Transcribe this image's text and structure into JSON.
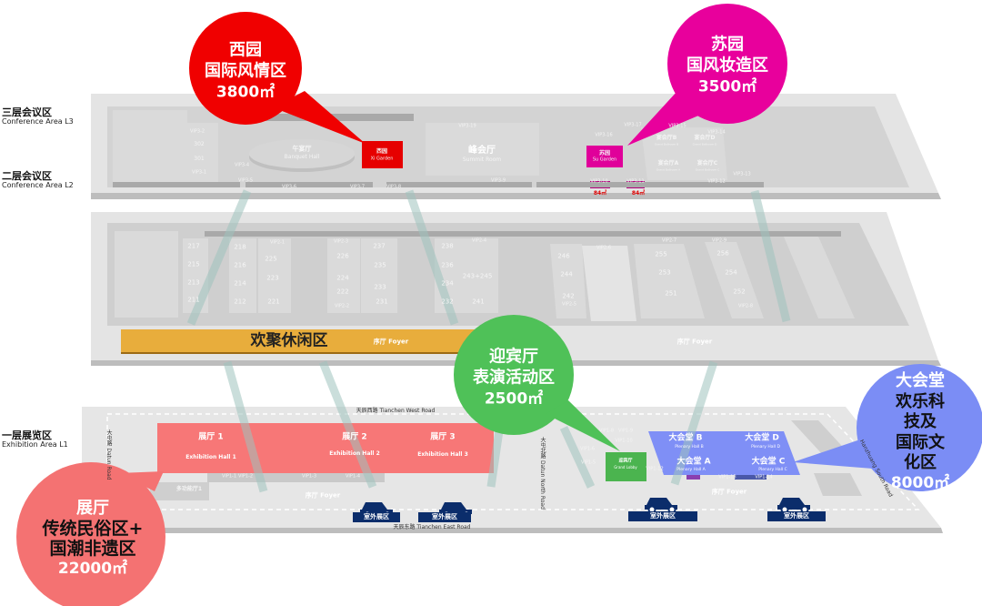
{
  "floor_labels": [
    {
      "zh": "三层会议区",
      "en": "Conference Area L3"
    },
    {
      "zh": "二层会议区",
      "en": "Conference Area L2"
    },
    {
      "zh": "一层展览区",
      "en": "Exhibition Area L1"
    }
  ],
  "bubbles": {
    "xiyuan": {
      "title": "西园",
      "subtitle": "国际风情区",
      "area": "3800㎡",
      "color": "#f00000"
    },
    "suyuan": {
      "title": "苏园",
      "subtitle": "国风妆造区",
      "area": "3500㎡",
      "color": "#e8009c"
    },
    "yingbin": {
      "title": "迎宾厅",
      "subtitle": "表演活动区",
      "area": "2500㎡",
      "color": "#4fc158"
    },
    "dahuitang": {
      "title": "大会堂",
      "subtitle1": "欢乐科技及",
      "subtitle2": "国际文化区",
      "area": "8000㎡",
      "color": "#7b8df5"
    },
    "zhanting": {
      "title": "展厅",
      "subtitle1": "传统民俗区+",
      "subtitle2": "国潮非遗区",
      "area": "22000㎡",
      "color": "#f47272"
    }
  },
  "l3": {
    "banquet": {
      "zh": "午宴厅",
      "en": "Banquet Hall"
    },
    "xi_garden": {
      "zh": "西园",
      "en": "Xi Garden"
    },
    "summit": {
      "zh": "峰会厅",
      "en": "Summit Room"
    },
    "su_garden": {
      "zh": "苏园",
      "en": "Su Garden"
    },
    "ballrooms": [
      {
        "zh": "宴会厅B",
        "en": "Grand Ballroom B"
      },
      {
        "zh": "宴会厅D",
        "en": "Grand Ballroom D"
      },
      {
        "zh": "宴会厅A",
        "en": "Grand Ballroom A"
      },
      {
        "zh": "宴会厅C",
        "en": "Grand Ballroom C"
      }
    ],
    "rooms": [
      "VIP3-2",
      "302",
      "301",
      "VIP3-1",
      "VIP3-4",
      "VIP3-5",
      "VIP3-6",
      "VIP3-7",
      "VIP3-8",
      "VIP3-19",
      "VIP3-9",
      "VIP3-16",
      "VIP3-17",
      "VIP3-15",
      "VIP3-14",
      "VIP3-13",
      "VIP3-12",
      "VIP3-10",
      "VIP3-11"
    ],
    "vip_area": "84㎡"
  },
  "l2": {
    "rooms": [
      "217",
      "215",
      "213",
      "211",
      "218",
      "216",
      "214",
      "212",
      "225",
      "223",
      "221",
      "VIP2-3",
      "226",
      "224",
      "222",
      "VIP2-2",
      "237",
      "235",
      "233",
      "231",
      "238",
      "236",
      "234",
      "232",
      "VIP2-4",
      "243+245",
      "241",
      "246",
      "244",
      "242",
      "VIP2-5",
      "VIP2-6",
      "VIP2-7",
      "255",
      "253",
      "251",
      "VIP2-9",
      "256",
      "254",
      "252",
      "VIP2-8",
      "VIP2-1"
    ],
    "leisure": "欢聚休闲区",
    "foyer": "序厅 Foyer"
  },
  "l1": {
    "roads": {
      "west": "天辰西路 Tianchen West Road",
      "east": "天辰东路 Tianchen East Road",
      "datun": "大屯路 Datun Road",
      "datun_north": "大屯北路 Datun North Road",
      "hanzhuang": "Hanzhuang South Road"
    },
    "halls": [
      {
        "zh": "展厅 1",
        "en": "Exhibition Hall 1"
      },
      {
        "zh": "展厅 2",
        "en": "Exhibition Hall 2"
      },
      {
        "zh": "展厅 3",
        "en": "Exhibition Hall 3"
      }
    ],
    "multi": "多功能厅1",
    "vip": [
      "VIP1-1",
      "VIP1-2",
      "VIP1-3",
      "VIP1-4",
      "VIP1-8",
      "VIP1-9",
      "VIP1-10",
      "VIP1-6",
      "VIP1-5",
      "VIP1-12",
      "VIP1-13",
      "VIP1-14"
    ],
    "foyer": "序厅 Foyer",
    "grand_lobby": {
      "zh": "迎宾厅",
      "en": "Grand Lobby"
    },
    "plenary": [
      {
        "zh": "大会堂 B",
        "en": "Plenary Hall B"
      },
      {
        "zh": "大会堂 D",
        "en": "Plenary Hall D"
      },
      {
        "zh": "大会堂 A",
        "en": "Plenary Hall A"
      },
      {
        "zh": "大会堂 C",
        "en": "Plenary Hall C"
      }
    ],
    "outdoor": "室外展区"
  }
}
